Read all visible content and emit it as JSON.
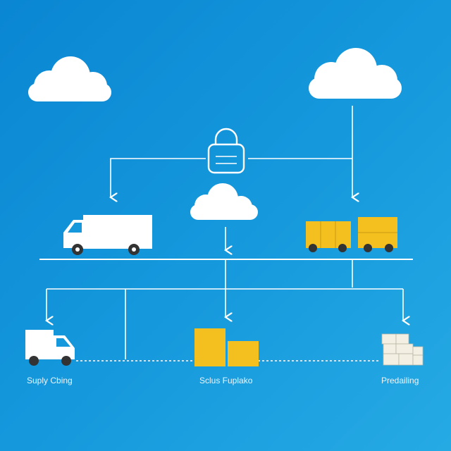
{
  "labels": {
    "left": "Suply Cbing",
    "center": "Sclus Fuplako",
    "right": "Predailing"
  },
  "colors": {
    "background": "#1598dc",
    "line": "#ffffff",
    "box": "#f4c020",
    "truck": "#ffffff"
  },
  "icons": [
    "cloud-icon",
    "lock-icon",
    "truck-icon",
    "cargo-truck-icon",
    "box-icon",
    "stacked-boxes-icon"
  ]
}
